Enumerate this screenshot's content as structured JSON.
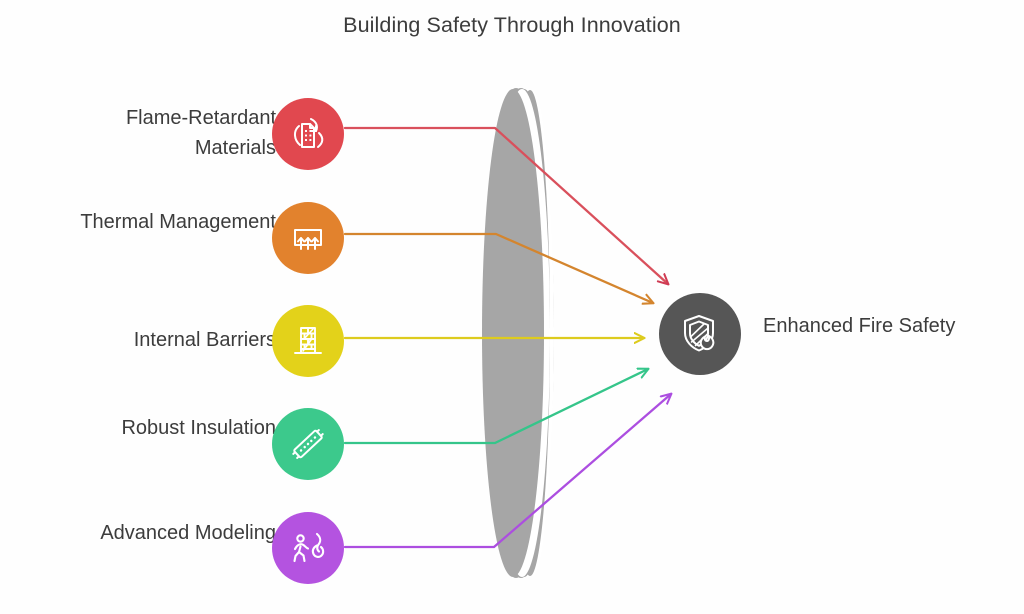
{
  "title": "Building Safety Through Innovation",
  "colors": {
    "flame_retardant": "#e1484f",
    "thermal": "#e2822d",
    "internal_barriers": "#e3d21a",
    "insulation": "#3cc98c",
    "modeling": "#b453e0",
    "target": "#565656",
    "text": "#3c3c3c",
    "lens": "#a6a6a6",
    "background": "#fefefe"
  },
  "sources": [
    {
      "id": "flame-retardant-materials",
      "label": "Flame-Retardant Materials",
      "icon": "building-in-flames-icon",
      "color": "#e1484f"
    },
    {
      "id": "thermal-management",
      "label": "Thermal Management",
      "icon": "heat-vent-arrows-icon",
      "color": "#e2822d"
    },
    {
      "id": "internal-barriers",
      "label": "Internal Barriers",
      "icon": "barrier-wall-icon",
      "color": "#e3d21a"
    },
    {
      "id": "robust-insulation",
      "label": "Robust Insulation",
      "icon": "insulation-roll-icon",
      "color": "#3cc98c"
    },
    {
      "id": "advanced-modeling",
      "label": "Advanced Modeling",
      "icon": "evacuation-person-flame-icon",
      "color": "#b453e0"
    }
  ],
  "target": {
    "id": "enhanced-fire-safety",
    "label": "Enhanced Fire Safety",
    "icon": "shield-flame-icon",
    "color": "#565656"
  },
  "center_shape": {
    "name": "lens-funnel",
    "color": "#a6a6a6"
  },
  "chart_data": {
    "type": "diagram",
    "subtype": "convergence-funnel",
    "title": "Building Safety Through Innovation",
    "inputs": [
      "Flame-Retardant Materials",
      "Thermal Management",
      "Internal Barriers",
      "Robust Insulation",
      "Advanced Modeling"
    ],
    "output": "Enhanced Fire Safety",
    "connections": [
      {
        "from": "Flame-Retardant Materials",
        "to": "Enhanced Fire Safety",
        "color": "#e1484f"
      },
      {
        "from": "Thermal Management",
        "to": "Enhanced Fire Safety",
        "color": "#e2822d"
      },
      {
        "from": "Internal Barriers",
        "to": "Enhanced Fire Safety",
        "color": "#e3d21a"
      },
      {
        "from": "Robust Insulation",
        "to": "Enhanced Fire Safety",
        "color": "#3cc98c"
      },
      {
        "from": "Advanced Modeling",
        "to": "Enhanced Fire Safety",
        "color": "#b453e0"
      }
    ]
  }
}
